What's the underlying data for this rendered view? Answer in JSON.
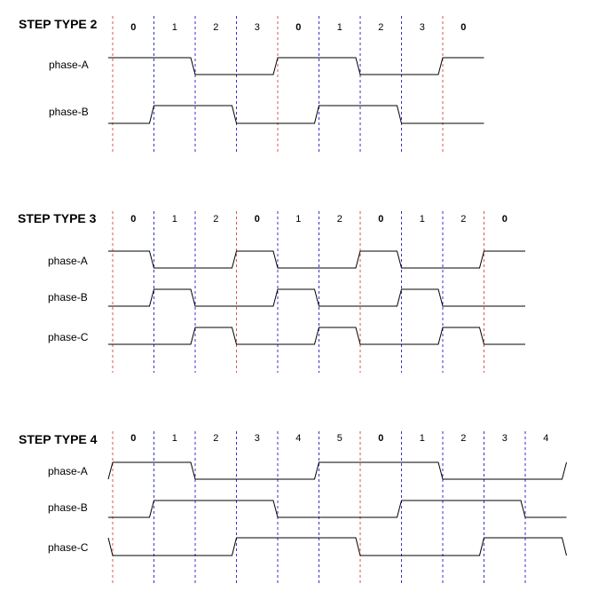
{
  "colors": {
    "divider_red": "#e05050",
    "divider_blue": "#3030d0",
    "wave": "#000000"
  },
  "sections": [
    {
      "title": "STEP TYPE 2",
      "steps": [
        "0",
        "1",
        "2",
        "3",
        "0",
        "1",
        "2",
        "3",
        "0"
      ],
      "bold_steps": [
        0,
        4,
        8
      ],
      "red_dividers": [
        0,
        4,
        8
      ],
      "phases": [
        {
          "label": "phase-A",
          "pattern": [
            1,
            1,
            0,
            0,
            1,
            1,
            0,
            0,
            1
          ]
        },
        {
          "label": "phase-B",
          "pattern": [
            0,
            1,
            1,
            0,
            0,
            1,
            1,
            0,
            0
          ]
        }
      ]
    },
    {
      "title": "STEP TYPE 3",
      "steps": [
        "0",
        "1",
        "2",
        "0",
        "1",
        "2",
        "0",
        "1",
        "2",
        "0"
      ],
      "bold_steps": [
        0,
        3,
        6,
        9
      ],
      "red_dividers": [
        0,
        3,
        6,
        9
      ],
      "phases": [
        {
          "label": "phase-A",
          "pattern": [
            1,
            0,
            0,
            1,
            0,
            0,
            1,
            0,
            0,
            1
          ]
        },
        {
          "label": "phase-B",
          "pattern": [
            0,
            1,
            0,
            0,
            1,
            0,
            0,
            1,
            0,
            0
          ]
        },
        {
          "label": "phase-C",
          "pattern": [
            0,
            0,
            1,
            0,
            0,
            1,
            0,
            0,
            1,
            0
          ]
        }
      ]
    },
    {
      "title": "STEP TYPE 4",
      "steps": [
        "0",
        "1",
        "2",
        "3",
        "4",
        "5",
        "0",
        "1",
        "2",
        "3",
        "4"
      ],
      "bold_steps": [
        0,
        6
      ],
      "red_dividers": [
        0,
        6
      ],
      "phases": [
        {
          "label": "phase-A",
          "pattern": [
            1,
            1,
            0,
            0,
            0,
            1,
            1,
            1,
            0,
            0,
            0
          ]
        },
        {
          "label": "phase-B",
          "pattern": [
            0,
            1,
            1,
            1,
            0,
            0,
            0,
            1,
            1,
            1,
            0
          ]
        },
        {
          "label": "phase-C",
          "pattern": [
            0,
            0,
            0,
            1,
            1,
            1,
            0,
            0,
            0,
            1,
            1
          ]
        }
      ]
    }
  ]
}
